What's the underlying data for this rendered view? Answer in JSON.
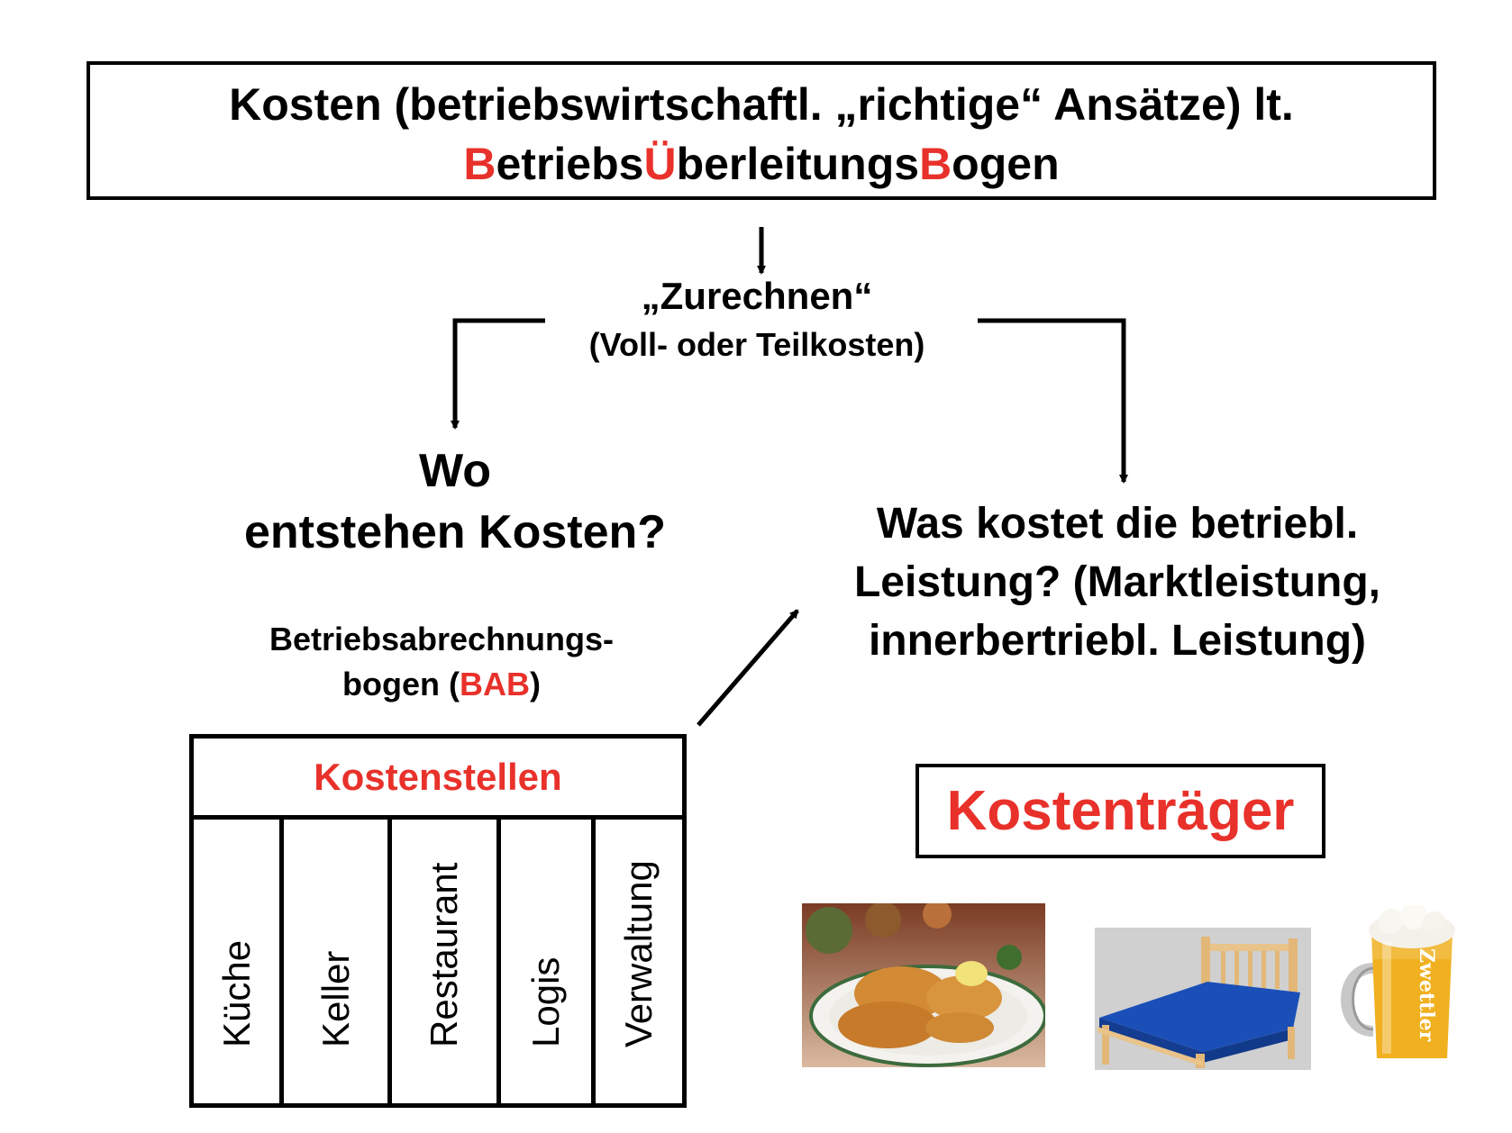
{
  "header": {
    "line1": "Kosten (betriebswirtschaftl. „richtige“ Ansätze) lt.",
    "line2_parts": [
      "B",
      "etriebs",
      "Ü",
      "berleitungs",
      "B",
      "ogen"
    ]
  },
  "allocation": {
    "title": "„Zurechnen“",
    "subtitle": "(Voll- oder Teilkosten)"
  },
  "left_question": {
    "line1": "Wo",
    "line2": "entstehen Kosten?"
  },
  "right_question": {
    "line1": "Was kostet die betriebl.",
    "line2": "Leistung? (Marktleistung,",
    "line3": "innerbertriebl. Leistung)"
  },
  "bab": {
    "label_line1": "Betriebsabrechnungs-",
    "label_line2_prefix": "bogen (",
    "label_line2_abbr": "BAB",
    "label_line2_suffix": ")",
    "header": "Kostenstellen",
    "columns": [
      "Küche",
      "Keller",
      "Restaurant",
      "Logis",
      "Verwaltung"
    ]
  },
  "cost_carrier": {
    "label": "Kostenträger",
    "mug_text": "Zwettler"
  },
  "colors": {
    "accent_red": "#e8312a",
    "bed_blue": "#1b4fb8",
    "wood": "#e2b778",
    "beer": "#f0b020"
  }
}
